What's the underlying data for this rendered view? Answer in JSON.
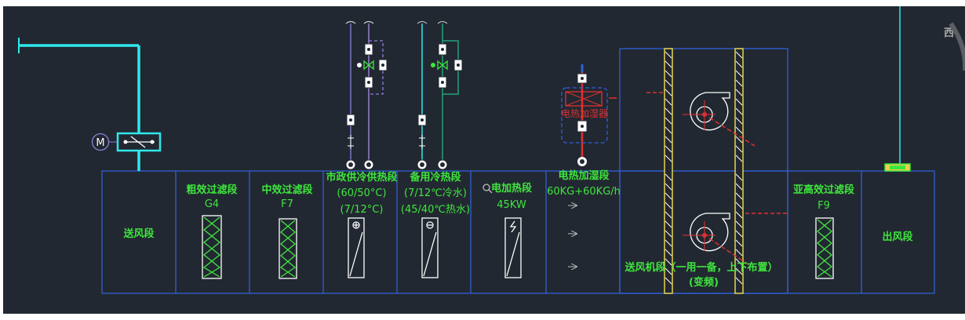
{
  "colors": {
    "background": "#222831",
    "frame_blue": "#2f5fd8",
    "duct_cyan": "#2ee8ee",
    "label_green": "#3ee63e",
    "pipe_purple": "#8f7fe0",
    "pipe_green": "#1fa37a",
    "heater_red": "#e03030",
    "grating_yellow": "#e8d44a"
  },
  "damper": {
    "motor_label": "M"
  },
  "corner_label": "西",
  "sections": [
    {
      "id": "supply",
      "lines": [
        "送风段"
      ]
    },
    {
      "id": "coarse-filter",
      "lines": [
        "粗效过滤段",
        "G4"
      ]
    },
    {
      "id": "medium-filter",
      "lines": [
        "中效过滤段",
        "F7"
      ]
    },
    {
      "id": "municipal-coil",
      "lines": [
        "市政供冷供热段",
        "(60/50°C)",
        "(7/12°C)"
      ]
    },
    {
      "id": "backup-coil",
      "lines": [
        "备用冷热段",
        "(7/12℃冷水)",
        "(45/40℃热水)"
      ]
    },
    {
      "id": "electric-heating",
      "lines": [
        "电加热段",
        "45KW"
      ]
    },
    {
      "id": "humidifier",
      "lines": [
        "电热加湿段",
        "60KG+60KG/h"
      ]
    },
    {
      "id": "fan",
      "lines": [
        "送风机段（一用一备，上下布置）",
        "(变频)"
      ]
    },
    {
      "id": "sub-hepa",
      "lines": [
        "亚高效过滤段",
        "F9"
      ]
    },
    {
      "id": "outlet",
      "lines": [
        "出风段"
      ]
    }
  ],
  "humidifier_tag": "电热加湿器"
}
